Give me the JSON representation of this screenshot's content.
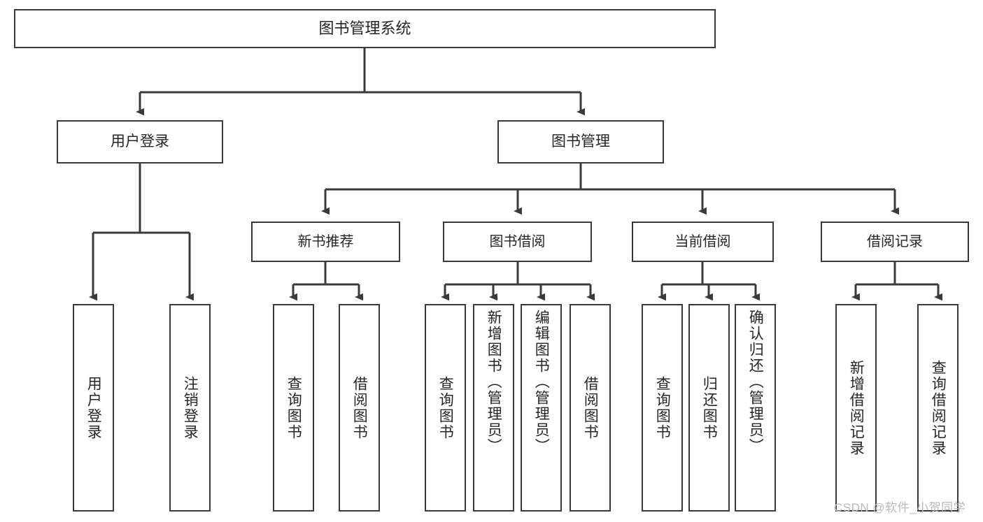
{
  "diagram": {
    "title": "图书管理系统",
    "root": {
      "label": "图书管理系统"
    },
    "level1": [
      {
        "label": "用户登录"
      },
      {
        "label": "图书管理"
      }
    ],
    "level2": [
      {
        "label": "新书推荐"
      },
      {
        "label": "图书借阅"
      },
      {
        "label": "当前借阅"
      },
      {
        "label": "借阅记录"
      }
    ],
    "leaves": {
      "user_login": [
        {
          "label": "用户登录"
        },
        {
          "label": "注销登录"
        }
      ],
      "new_book_recommend": [
        {
          "label": "查询图书"
        },
        {
          "label": "借阅图书"
        }
      ],
      "book_borrow": [
        {
          "label": "查询图书"
        },
        {
          "label": "新增图书（管理员）"
        },
        {
          "label": "编辑图书（管理员）"
        },
        {
          "label": "借阅图书"
        }
      ],
      "current_borrow": [
        {
          "label": "查询图书"
        },
        {
          "label": "归还图书"
        },
        {
          "label": "确认归还（管理员）"
        }
      ],
      "borrow_record": [
        {
          "label": "新增借阅记录"
        },
        {
          "label": "查询借阅记录"
        }
      ]
    },
    "watermark": "CSDN @软件_小贺同学",
    "colors": {
      "stroke": "#3a3a3a",
      "text": "#262626",
      "background": "#ffffff",
      "watermark": "#b9b9b9"
    }
  }
}
